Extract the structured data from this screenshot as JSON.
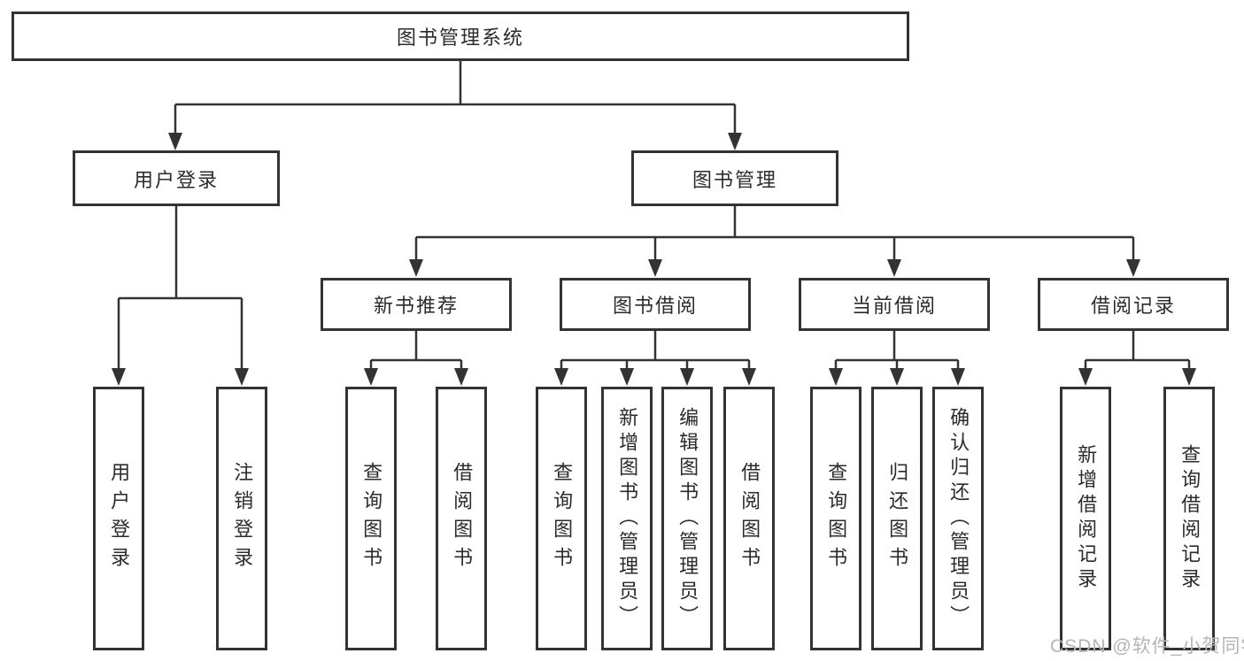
{
  "diagram": {
    "root": {
      "label": "图书管理系统"
    },
    "level2": [
      {
        "label": "用户登录"
      },
      {
        "label": "图书管理"
      }
    ],
    "level3": [
      {
        "label": "新书推荐",
        "parent": "图书管理"
      },
      {
        "label": "图书借阅",
        "parent": "图书管理"
      },
      {
        "label": "当前借阅",
        "parent": "图书管理"
      },
      {
        "label": "借阅记录",
        "parent": "图书管理"
      }
    ],
    "leaves": [
      {
        "label": "用户登录",
        "parent": "用户登录"
      },
      {
        "label": "注销登录",
        "parent": "用户登录"
      },
      {
        "label": "查询图书",
        "parent": "新书推荐"
      },
      {
        "label": "借阅图书",
        "parent": "新书推荐"
      },
      {
        "label": "查询图书",
        "parent": "图书借阅"
      },
      {
        "label": "新增图书（管理员）",
        "parent": "图书借阅"
      },
      {
        "label": "编辑图书（管理员）",
        "parent": "图书借阅"
      },
      {
        "label": "借阅图书",
        "parent": "图书借阅"
      },
      {
        "label": "查询图书",
        "parent": "当前借阅"
      },
      {
        "label": "归还图书",
        "parent": "当前借阅"
      },
      {
        "label": "确认归还（管理员）",
        "parent": "当前借阅"
      },
      {
        "label": "新增借阅记录",
        "parent": "借阅记录"
      },
      {
        "label": "查询借阅记录",
        "parent": "借阅记录"
      }
    ]
  },
  "watermark": {
    "text": "CSDN @软件_小贺同学"
  },
  "colors": {
    "line": "#333333",
    "box_border": "#333333",
    "text": "#2b2b2b",
    "watermark": "#b5b5b5",
    "background": "#ffffff"
  }
}
